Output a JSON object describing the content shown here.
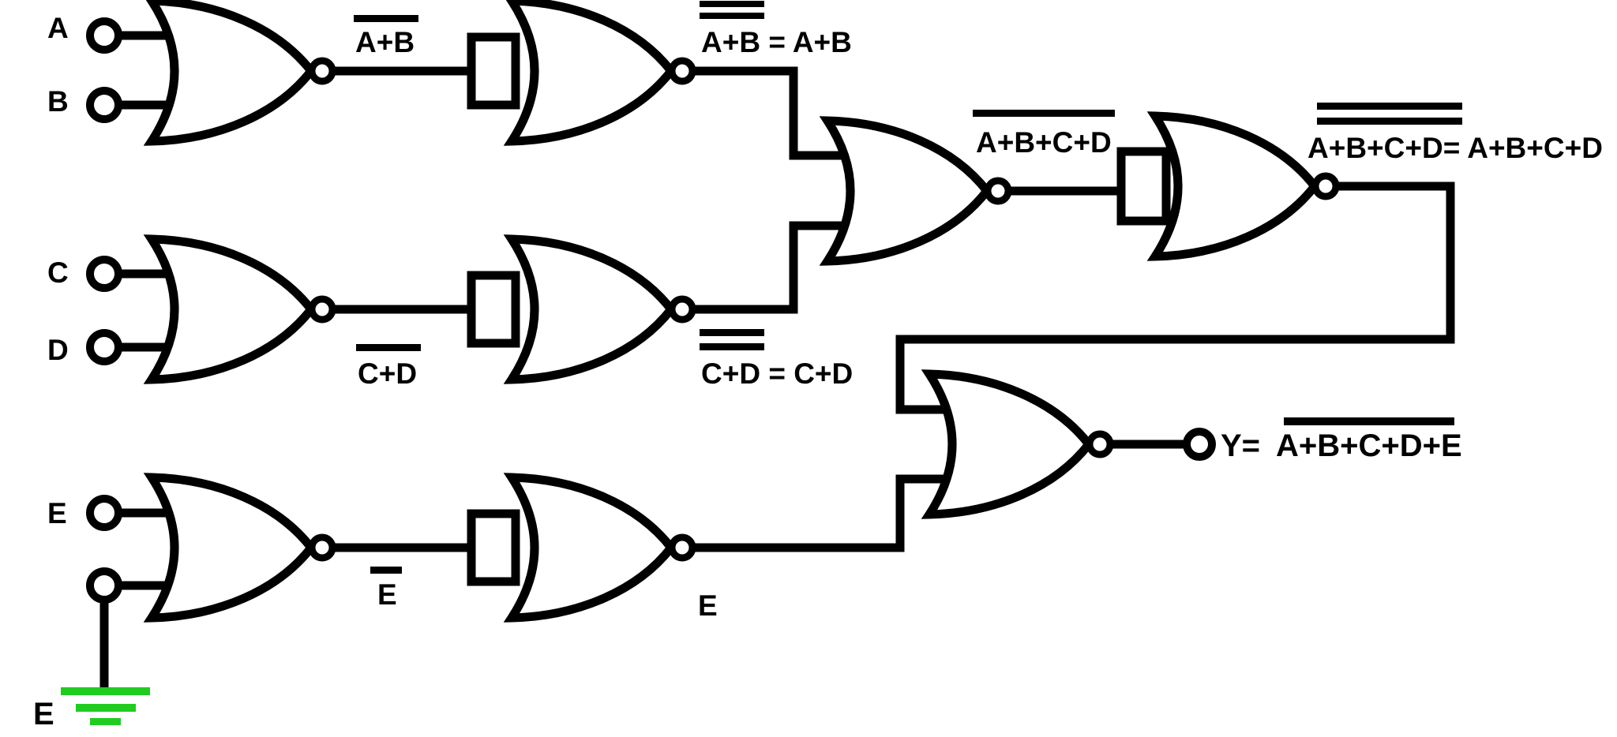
{
  "circuit": {
    "input_labels": {
      "a": "A",
      "b": "B",
      "c": "C",
      "d": "D",
      "e": "E"
    },
    "ground_label": "E",
    "signal_labels": {
      "ab_nor": "A+B",
      "ab_buffer": "A+B = A+B",
      "cd_nor": "C+D",
      "cd_buffer": "C+D = C+D",
      "abcd_nor": "A+B+C+D",
      "abcd_buffer": "A+B+C+D= A+B+C+D",
      "e_nor": "E",
      "e_buffer": "E",
      "y_prefix": "Y=",
      "y_expression": "A+B+C+D+E"
    },
    "colors": {
      "line": "#000000",
      "ground": "#21cc21",
      "ground_label": "#ee2222"
    },
    "icons": {
      "gate": "nor-gate-icon",
      "bubble": "inversion-bubble-icon",
      "terminal": "circle-terminal-icon",
      "ground": "ground-icon",
      "overline": "overline-bar"
    }
  }
}
